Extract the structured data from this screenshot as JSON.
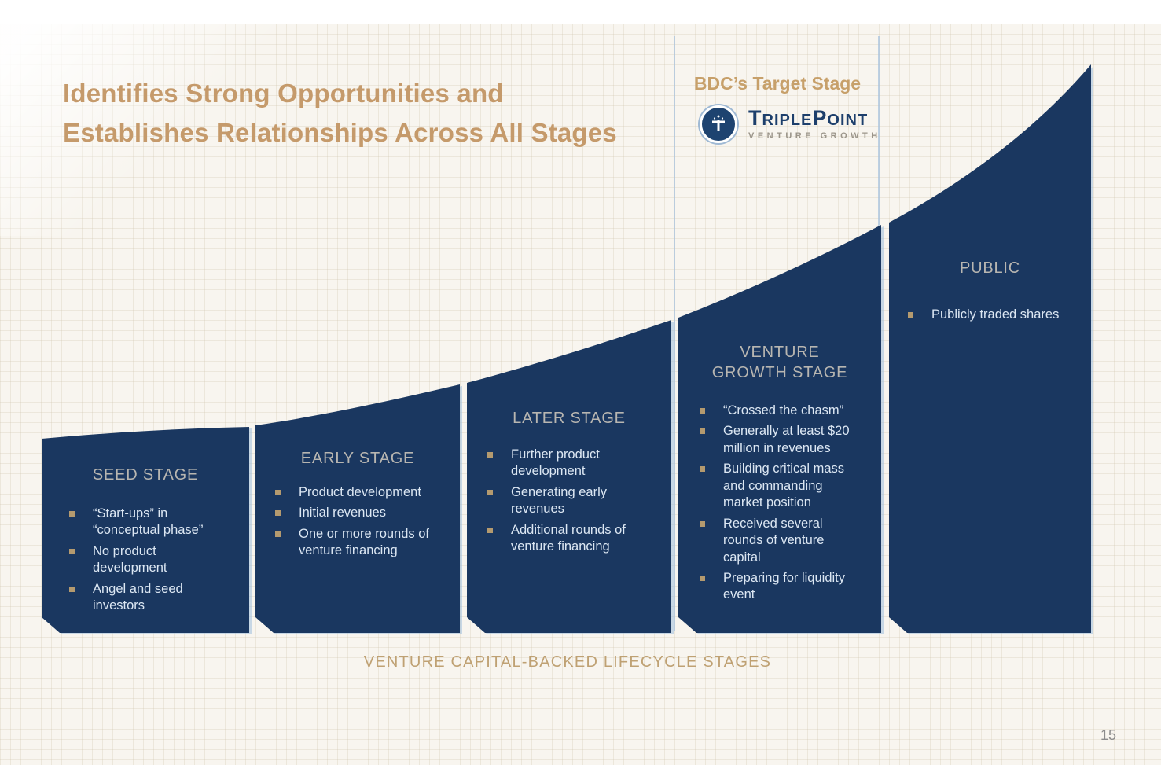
{
  "slide": {
    "title_line1": "Identifies Strong Opportunities and",
    "title_line2": "Establishes Relationships Across All Stages",
    "target_stage_label": "BDC’s Target Stage",
    "logo": {
      "icon": "triplepoint-t-icon",
      "name_t": "T",
      "name_riple": "RIPLE",
      "name_p": "P",
      "name_oint": "OINT",
      "subtitle": "VENTURE GROWTH"
    },
    "caption": "VENTURE CAPITAL-BACKED LIFECYCLE STAGES",
    "page_number": "15"
  },
  "stages": [
    {
      "name": "SEED STAGE",
      "bullets": [
        "“Start-ups” in “conceptual phase”",
        "No product development",
        "Angel and seed investors"
      ]
    },
    {
      "name": "EARLY STAGE",
      "bullets": [
        "Product development",
        "Initial revenues",
        "One or more rounds of venture financing"
      ]
    },
    {
      "name": "LATER STAGE",
      "bullets": [
        "Further product development",
        "Generating early revenues",
        "Additional rounds of venture financing"
      ]
    },
    {
      "name": "VENTURE GROWTH STAGE",
      "bullets": [
        "“Crossed the chasm”",
        "Generally at least $20 million in revenues",
        "Building critical mass and commanding market position",
        "Received several rounds of venture capital",
        "Preparing for liquidity event"
      ]
    },
    {
      "name": "PUBLIC",
      "bullets": [
        "Publicly traded shares"
      ]
    }
  ],
  "colors": {
    "block_navy": "#1a3760",
    "title_gold": "#c59a6b",
    "heading_gray": "#b8b6b1",
    "bullet_square_tan": "#b49a6f",
    "bullet_text": "#dce7f3",
    "caption_gold": "#bfa173",
    "guide_line_blue": "#a9c3de",
    "background_cream": "#f8f5ef"
  }
}
